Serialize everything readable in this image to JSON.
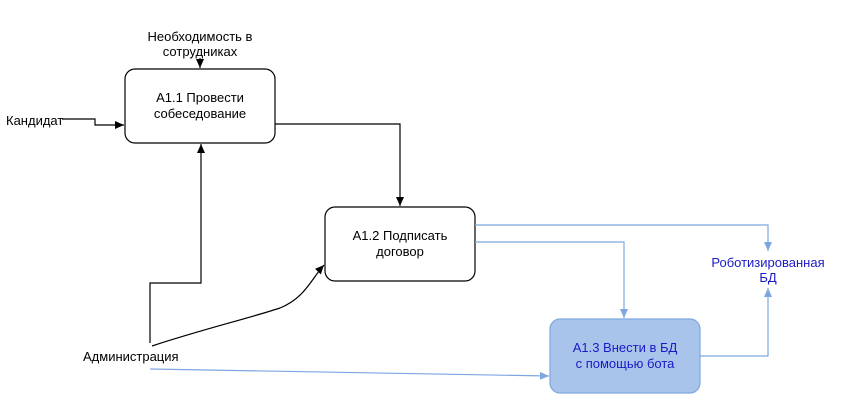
{
  "colors": {
    "black_edge": "#000000",
    "blue_edge": "#7EA6E0",
    "highlight_fill": "#A9C4EB",
    "highlight_text": "#1A1AC8",
    "output_text": "#1A1AC8"
  },
  "nodes": {
    "a1": {
      "line1": "А1.1 Провести",
      "line2": "собеседование"
    },
    "a2": {
      "line1": "А1.2 Подписать",
      "line2": "договор"
    },
    "a3": {
      "line1": "А1.3 Внести в БД",
      "line2": "с помощью бота"
    }
  },
  "labels": {
    "need_line1": "Необходимость в",
    "need_line2": "сотрудниках",
    "candidate": "Кандидат",
    "admin": "Администрация",
    "output_line1": "Роботизированная",
    "output_line2": "БД"
  }
}
